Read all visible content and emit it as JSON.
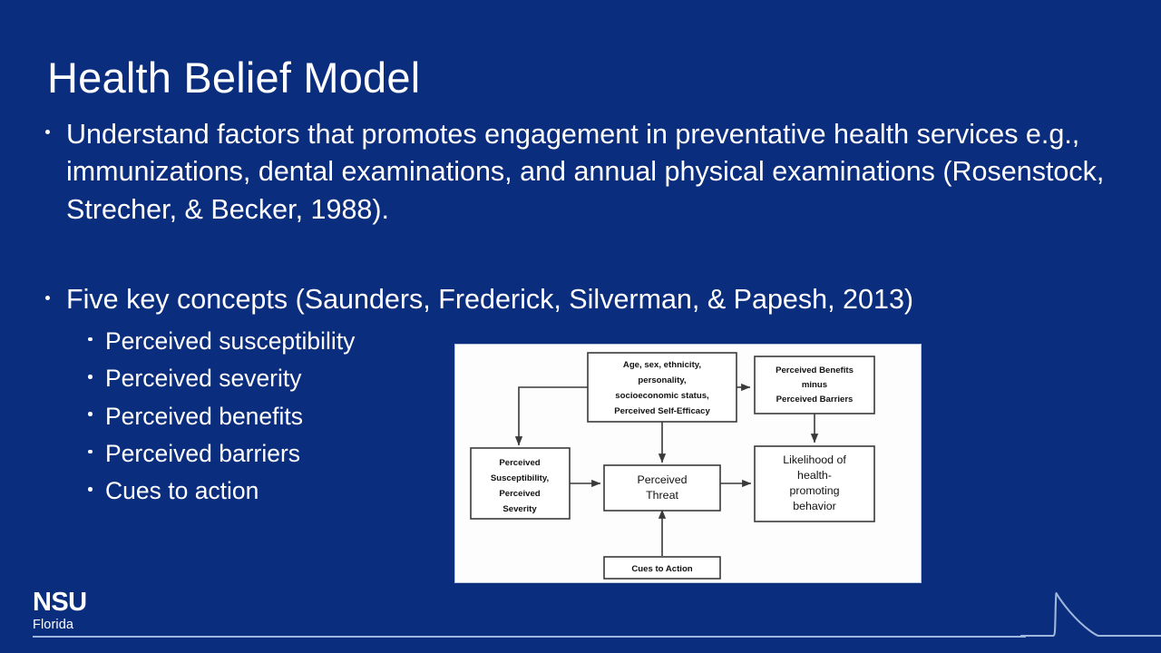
{
  "slide": {
    "title": "Health Belief Model",
    "background_color": "#0a2d7d",
    "text_color": "#ffffff"
  },
  "bullets": [
    {
      "level": 1,
      "text": "Understand factors that promotes engagement in preventative health services e.g., immunizations, dental examinations, and annual physical examinations (Rosenstock, Strecher, & Becker, 1988)."
    },
    {
      "level": 1,
      "text": "Five key concepts (Saunders, Frederick, Silverman, & Papesh, 2013)"
    }
  ],
  "sub_bullets": [
    {
      "text": "Perceived susceptibility"
    },
    {
      "text": "Perceived severity"
    },
    {
      "text": "Perceived benefits"
    },
    {
      "text": "Perceived barriers"
    },
    {
      "text": "Cues to action"
    }
  ],
  "diagram": {
    "boxes": {
      "demographics": "Age, sex, ethnicity, personality, socioeconomic status, Perceived Self-Efficacy",
      "demographics_lines": [
        "Age, sex, ethnicity,",
        "personality,",
        "socioeconomic status,",
        "Perceived Self-Efficacy"
      ],
      "benefits_minus_barriers": "Perceived Benefits minus Perceived Barriers",
      "benefits_minus_barriers_lines": [
        "Perceived Benefits",
        "minus",
        "Perceived Barriers"
      ],
      "susceptibility_severity": "Perceived Susceptibility, Perceived Severity",
      "susceptibility_severity_lines": [
        "Perceived",
        "Susceptibility,",
        "Perceived",
        "Severity"
      ],
      "perceived_threat": "Perceived Threat",
      "perceived_threat_lines": [
        "Perceived",
        "Threat"
      ],
      "likelihood": "Likelihood of health-promoting behavior",
      "likelihood_lines": [
        "Likelihood of",
        "health-",
        "promoting",
        "behavior"
      ],
      "cues_to_action": "Cues to Action",
      "cues_to_action_lines": [
        "Cues to Action"
      ]
    },
    "edges": [
      {
        "from": "demographics",
        "to": "susceptibility_severity"
      },
      {
        "from": "demographics",
        "to": "benefits_minus_barriers"
      },
      {
        "from": "demographics",
        "to": "perceived_threat"
      },
      {
        "from": "susceptibility_severity",
        "to": "perceived_threat"
      },
      {
        "from": "perceived_threat",
        "to": "likelihood"
      },
      {
        "from": "benefits_minus_barriers",
        "to": "likelihood"
      },
      {
        "from": "cues_to_action",
        "to": "perceived_threat"
      }
    ]
  },
  "footer": {
    "logo_mark": "NSU",
    "logo_sub": "Florida"
  }
}
